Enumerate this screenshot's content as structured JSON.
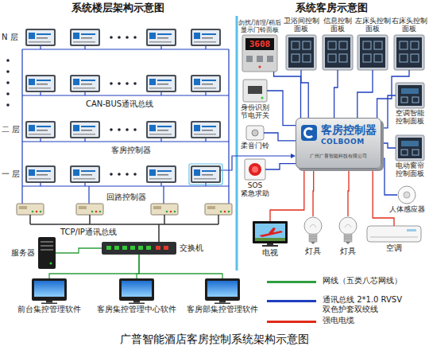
{
  "diagram": {
    "caption": "广普智能酒店客房控制系统架构示意图",
    "nodes": [
      {
        "text": [
          "服务器"
        ]
      },
      {
        "text": [
          "交换机"
        ]
      },
      {
        "text": [
          "前台集控管理软件"
        ]
      },
      {
        "text": [
          "客房集控管理中心软件"
        ]
      },
      {
        "text": [
          "客房部集控管理软件"
        ]
      },
      {
        "text": [
          "勿扰/清理/稍后 显示门铃面板",
          "3608"
        ]
      },
      {
        "text": [
          "卫浴间控制 面板"
        ]
      },
      {
        "text": [
          "信息控制 面板"
        ]
      },
      {
        "text": [
          "左床头控制 面板"
        ]
      },
      {
        "text": [
          "右床头控制 面板"
        ]
      },
      {
        "text": [
          "身份识别 节电开关"
        ]
      },
      {
        "text": [
          "客房控制器",
          "COLBOOM",
          "广州广普智能科技有限公司"
        ]
      },
      {
        "text": [
          "空调智能 控制面板"
        ]
      },
      {
        "text": [
          "柔音门铃"
        ]
      },
      {
        "text": [
          "电动窗帘 控制面板"
        ]
      },
      {
        "text": [
          "SOS 紧急求助"
        ]
      },
      {
        "text": [
          "人体感应器"
        ]
      },
      {
        "text": [
          "电视"
        ]
      },
      {
        "text": [
          "灯具"
        ]
      },
      {
        "text": [
          "灯具"
        ]
      },
      {
        "text": [
          "空调"
        ]
      }
    ],
    "edges": [
      {
        "from": 1,
        "to": 0,
        "arrow": "none"
      },
      {
        "from": 1,
        "to": 2,
        "arrow": "none"
      },
      {
        "from": 1,
        "to": 3,
        "arrow": "none"
      },
      {
        "from": 1,
        "to": 4,
        "arrow": "none"
      },
      {
        "from": 11,
        "to": 5,
        "arrow": "none"
      },
      {
        "from": 11,
        "to": 6,
        "arrow": "none"
      },
      {
        "from": 11,
        "to": 7,
        "arrow": "none"
      },
      {
        "from": 11,
        "to": 8,
        "arrow": "none"
      },
      {
        "from": 11,
        "to": 9,
        "arrow": "none"
      },
      {
        "from": 11,
        "to": 10,
        "arrow": "none"
      },
      {
        "from": 11,
        "to": 13,
        "arrow": "none"
      },
      {
        "from": 11,
        "to": 15,
        "arrow": "none"
      },
      {
        "from": 11,
        "to": 12,
        "arrow": "none"
      },
      {
        "from": 11,
        "to": 14,
        "arrow": "none"
      },
      {
        "from": 11,
        "to": 16,
        "arrow": "none"
      },
      {
        "from": 11,
        "to": 17,
        "arrow": "none"
      },
      {
        "from": 11,
        "to": 18,
        "arrow": "none"
      },
      {
        "from": 11,
        "to": 19,
        "arrow": "none"
      },
      {
        "from": 11,
        "to": 20,
        "arrow": "none"
      }
    ],
    "labels": [
      "系统楼层架构示意图",
      "系统客房示意图",
      "N 层",
      "二 层",
      "一 层",
      "CAN-BUS通讯总线",
      "客房控制器",
      "回路控制器",
      "TCP/IP通讯总线"
    ],
    "legend": [
      {
        "text": "网线（五类八芯网线）",
        "color": "#2e9e3e"
      },
      {
        "text": "通讯总线 2*1.0 RVSV 双色护套双绞线",
        "color": "#1f3fbf"
      },
      {
        "text": "强电电缆",
        "color": "#e02a1b"
      }
    ]
  }
}
